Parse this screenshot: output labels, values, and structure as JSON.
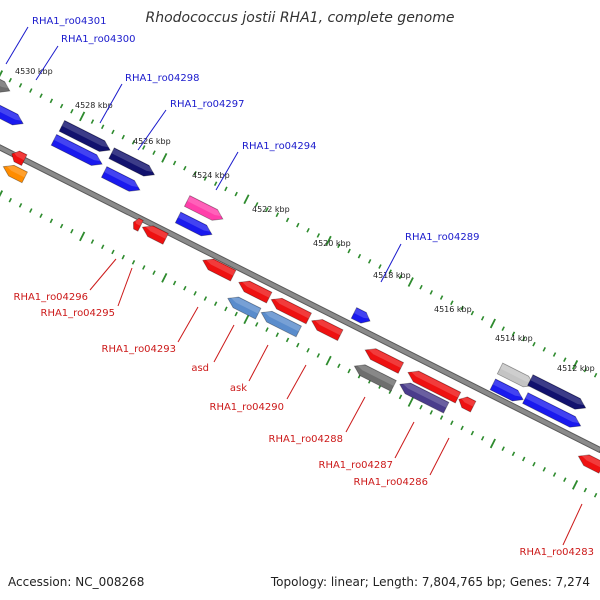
{
  "title": "Rhodococcus jostii RHA1, complete genome",
  "footer": {
    "accession": "Accession: NC_008268",
    "summary": "Topology: linear; Length: 7,804,765 bp; Genes: 7,274"
  },
  "colors": {
    "backbone": "#8a8a8a",
    "tick": "#2e8b2e",
    "forward_label": "#1a1acc",
    "reverse_label": "#cc1a1a"
  },
  "scale_ticks": [
    "4530 kbp",
    "4528 kbp",
    "4526 kbp",
    "4524 kbp",
    "4522 kbp",
    "4520 kbp",
    "4518 kbp",
    "4516 kbp",
    "4514 kbp",
    "4512 kbp"
  ],
  "forward_labels": [
    "RHA1_ro04301",
    "RHA1_ro04300",
    "RHA1_ro04298",
    "RHA1_ro04297",
    "RHA1_ro04294",
    "RHA1_ro04289"
  ],
  "reverse_labels": [
    "RHA1_ro04296",
    "RHA1_ro04295",
    "RHA1_ro04293",
    "asd",
    "ask",
    "RHA1_ro04290",
    "RHA1_ro04288",
    "RHA1_ro04287",
    "RHA1_ro04286",
    "RHA1_ro04283"
  ]
}
